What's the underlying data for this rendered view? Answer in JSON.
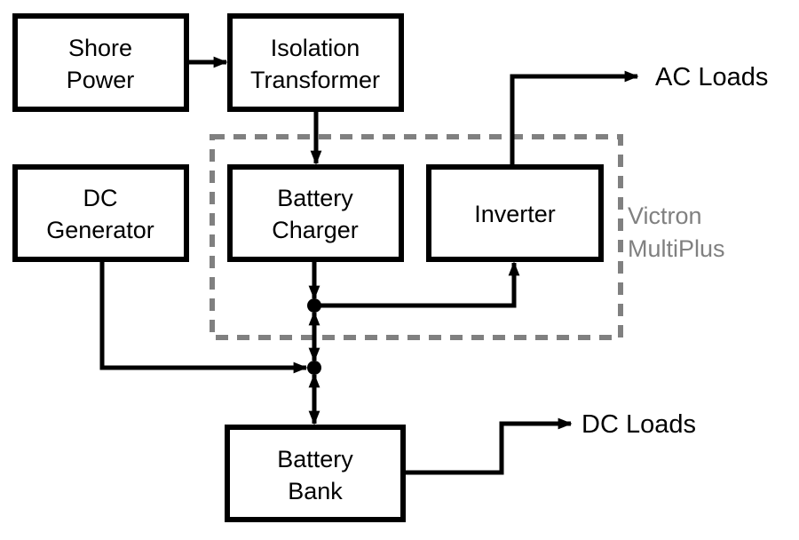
{
  "diagram": {
    "type": "block-diagram",
    "blocks": {
      "shore_power": {
        "line1": "Shore",
        "line2": "Power"
      },
      "isolation_transformer": {
        "line1": "Isolation",
        "line2": "Transformer"
      },
      "dc_generator": {
        "line1": "DC",
        "line2": "Generator"
      },
      "battery_charger": {
        "line1": "Battery",
        "line2": "Charger"
      },
      "inverter": {
        "line1": "Inverter"
      },
      "battery_bank": {
        "line1": "Battery",
        "line2": "Bank"
      }
    },
    "group": {
      "line1": "Victron",
      "line2": "MultiPlus",
      "color": "#808080",
      "members": [
        "Battery Charger",
        "Inverter"
      ]
    },
    "outputs": {
      "ac_loads": "AC Loads",
      "dc_loads": "DC Loads"
    },
    "connections": [
      {
        "from": "Shore Power",
        "to": "Isolation Transformer",
        "direction": "forward"
      },
      {
        "from": "Isolation Transformer",
        "to": "Battery Charger",
        "direction": "forward"
      },
      {
        "from": "Battery Charger",
        "to": "Junction A",
        "direction": "forward"
      },
      {
        "from": "Junction A",
        "to": "Inverter",
        "direction": "forward"
      },
      {
        "from": "Inverter",
        "to": "AC Loads",
        "direction": "forward"
      },
      {
        "from": "Junction A",
        "to": "Junction B",
        "direction": "bidirectional"
      },
      {
        "from": "DC Generator",
        "to": "Junction B",
        "direction": "forward"
      },
      {
        "from": "Junction B",
        "to": "Battery Bank",
        "direction": "bidirectional"
      },
      {
        "from": "Battery Bank",
        "to": "DC Loads",
        "direction": "forward"
      }
    ]
  }
}
